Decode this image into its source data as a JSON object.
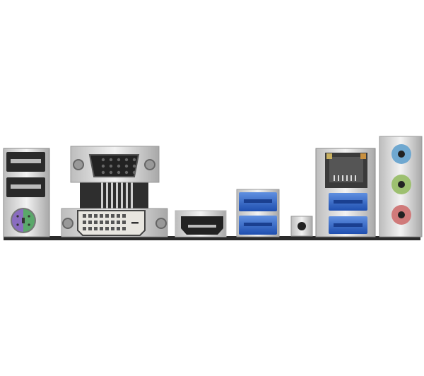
{
  "image": {
    "background": "#ffffff",
    "subject": "motherboard-rear-io-panel",
    "ports": [
      {
        "name": "usb-2-port",
        "count": 2,
        "color": "#2a2a2a"
      },
      {
        "name": "ps2-combo-port",
        "colors": [
          "#8a6cc0",
          "#5aa86a"
        ]
      },
      {
        "name": "vga-port",
        "color": "#222222"
      },
      {
        "name": "dvi-port",
        "color": "#e8e6e0"
      },
      {
        "name": "hdmi-port",
        "color": "#222222"
      },
      {
        "name": "usb-3-port",
        "count": 4,
        "color": "#2f64c8"
      },
      {
        "name": "clear-cmos-button",
        "color": "#222222"
      },
      {
        "name": "rj45-lan-port",
        "color": "#333333"
      },
      {
        "name": "audio-jacks",
        "colors": [
          "#6fa8d0",
          "#9dc070",
          "#d07a7a"
        ]
      }
    ],
    "metal_color": "#d9d9d9",
    "board_edge_color": "#2b2b2b"
  }
}
